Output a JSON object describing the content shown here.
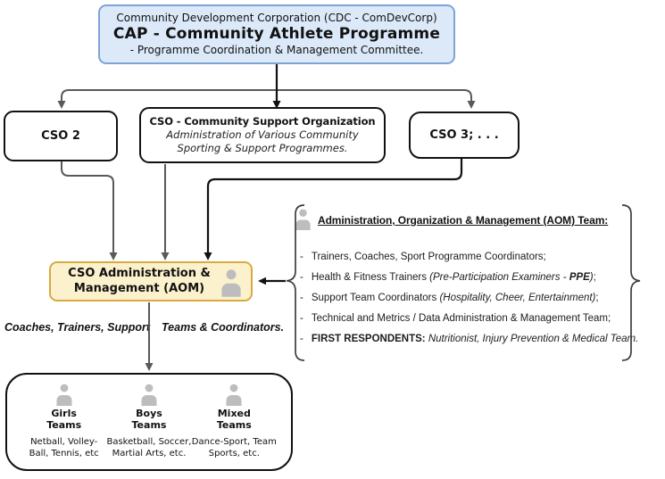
{
  "title_box": {
    "line1": "Community Development Corporation (CDC - ComDevCorp)",
    "line2": "CAP - Community Athlete Programme",
    "line3": "- Programme Coordination & Management Committee."
  },
  "cso2": {
    "label": "CSO 2"
  },
  "cso_main": {
    "title": "CSO - Community Support Organization",
    "subtitle_line1": "Administration of Various Community",
    "subtitle_line2": "Sporting & Support Programmes."
  },
  "cso3": {
    "label": "CSO 3; . . ."
  },
  "aom_box": {
    "line1": "CSO Administration &",
    "line2": "Management (AOM)"
  },
  "aom_team": {
    "heading": "Administration, Organization & Management (AOM) Team:",
    "bullet": "-",
    "items": [
      {
        "parts": [
          {
            "t": "Trainers, Coaches, Sport Programme Coordinators;",
            "s": "n"
          }
        ]
      },
      {
        "parts": [
          {
            "t": "Health & Fitness Trainers ",
            "s": "n"
          },
          {
            "t": "(Pre-Participation Examiners - ",
            "s": "i"
          },
          {
            "t": "PPE",
            "s": "bdit"
          },
          {
            "t": ")",
            "s": "i"
          },
          {
            "t": ";",
            "s": "n"
          }
        ]
      },
      {
        "parts": [
          {
            "t": "Support Team Coordinators ",
            "s": "n"
          },
          {
            "t": "(Hospitality, Cheer, Entertainment)",
            "s": "i"
          },
          {
            "t": ";",
            "s": "n"
          }
        ]
      },
      {
        "parts": [
          {
            "t": "Technical and Metrics / Data Administration & Management Team;",
            "s": "n"
          }
        ]
      },
      {
        "parts": [
          {
            "t": "FIRST RESPONDENTS:",
            "s": "bd"
          },
          {
            "t": " Nutritionist, Injury Prevention & Medical Team.",
            "s": "i"
          }
        ]
      }
    ]
  },
  "caption": {
    "part1": "Coaches, Trainers, Support",
    "part2": "Teams & Coordinators."
  },
  "teams_box": {
    "columns": [
      {
        "title_line1": "Girls",
        "title_line2": "Teams",
        "desc_line1": "Netball, Volley-",
        "desc_line2": "Ball, Tennis, etc"
      },
      {
        "title_line1": "Boys",
        "title_line2": "Teams",
        "desc_line1": "Basketball, Soccer,",
        "desc_line2": "Martial Arts, etc."
      },
      {
        "title_line1": "Mixed",
        "title_line2": "Teams",
        "desc_line1": "Dance-Sport, Team",
        "desc_line2": "Sports, etc."
      }
    ]
  },
  "icons": {
    "person": "person-icon"
  },
  "colors": {
    "blue_fill": "#dbe9f9",
    "blue_border": "#7fa3d6",
    "yellow_fill": "#fcf1cd",
    "yellow_border": "#d9a93f",
    "line_gray": "#595959",
    "line_black": "#111111",
    "icon_gray": "#bdbdbd"
  }
}
